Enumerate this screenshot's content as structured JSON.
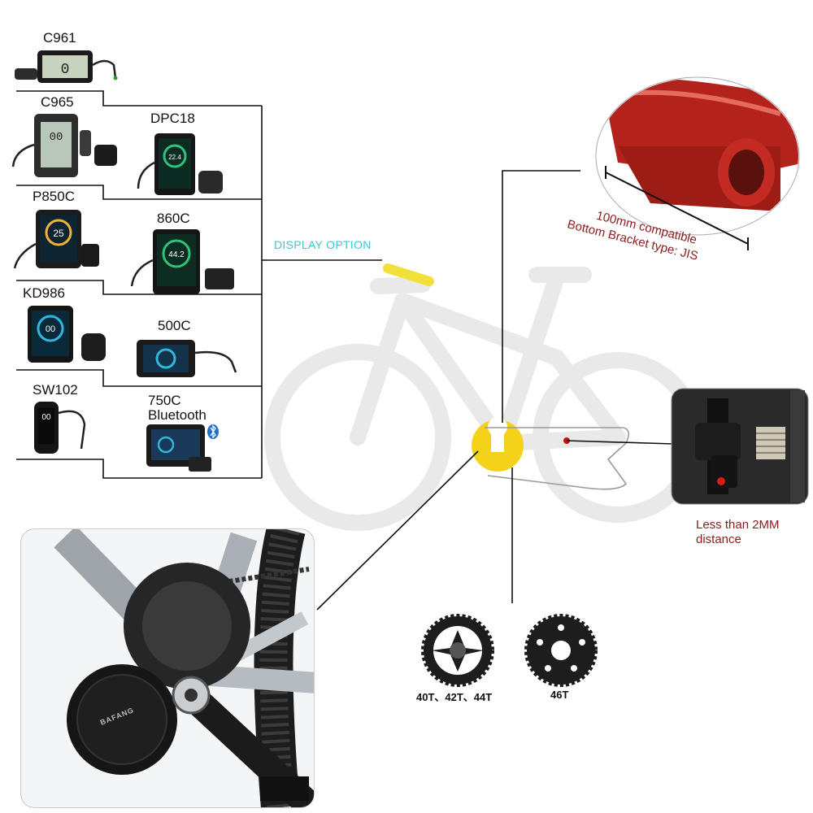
{
  "displays": [
    {
      "id": "c961",
      "label": "C961"
    },
    {
      "id": "c965",
      "label": "C965"
    },
    {
      "id": "dpc18",
      "label": "DPC18"
    },
    {
      "id": "p850c",
      "label": "P850C"
    },
    {
      "id": "860c",
      "label": "860C"
    },
    {
      "id": "kd986",
      "label": "KD986"
    },
    {
      "id": "500c",
      "label": "500C"
    },
    {
      "id": "sw102",
      "label": "SW102"
    },
    {
      "id": "750c",
      "label": "750C\nBluetooth"
    }
  ],
  "screen_text": {
    "c961": "0",
    "c965": "00",
    "dpc18": "22.4",
    "p850c": "25",
    "860c": "44.2",
    "kd986": "00",
    "sw102": "00"
  },
  "display_option_label": "DISPLAY OPTION",
  "bottom_bracket": {
    "line1": "100mm compatible",
    "line2": "Bottom Bracket type: JIS"
  },
  "sensor_note": {
    "line1": "Less than 2MM",
    "line2": "distance"
  },
  "chainrings": [
    {
      "label": "40T、42T、44T"
    },
    {
      "label": "46T"
    }
  ],
  "motor_brand": "BAFANG",
  "colors": {
    "bracket_line": "#111111",
    "display_option": "#3ec6d4",
    "highlight_bar": "#f2e03a",
    "bb_yellow": "#f5d21a",
    "frame_red": "#b3231c",
    "note_red": "#8b1c1c",
    "bike_silhouette": "#e9e9e9"
  }
}
